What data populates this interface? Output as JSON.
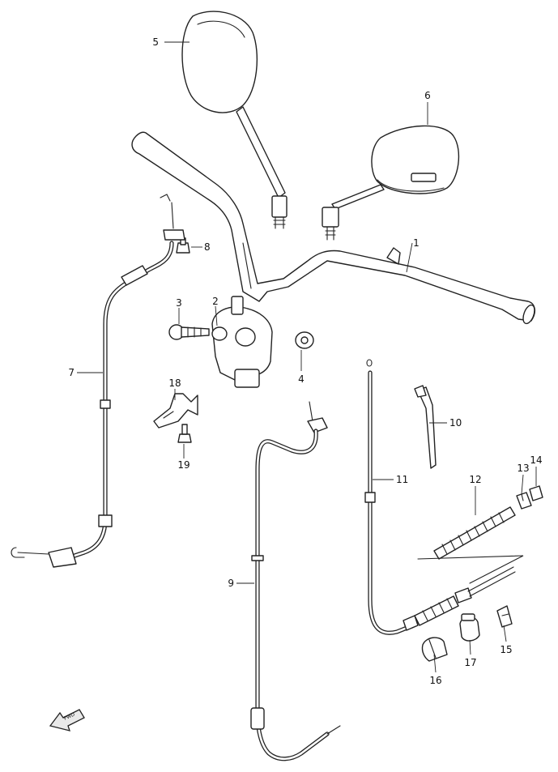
{
  "callouts": [
    {
      "id": "1",
      "label": "1"
    },
    {
      "id": "2",
      "label": "2"
    },
    {
      "id": "3",
      "label": "3"
    },
    {
      "id": "4",
      "label": "4"
    },
    {
      "id": "5",
      "label": "5"
    },
    {
      "id": "6",
      "label": "6"
    },
    {
      "id": "7",
      "label": "7"
    },
    {
      "id": "8",
      "label": "8"
    },
    {
      "id": "9",
      "label": "9"
    },
    {
      "id": "10",
      "label": "10"
    },
    {
      "id": "11",
      "label": "11"
    },
    {
      "id": "12",
      "label": "12"
    },
    {
      "id": "13",
      "label": "13"
    },
    {
      "id": "14",
      "label": "14"
    },
    {
      "id": "15",
      "label": "15"
    },
    {
      "id": "16",
      "label": "16"
    },
    {
      "id": "17",
      "label": "17"
    },
    {
      "id": "18",
      "label": "18"
    },
    {
      "id": "19",
      "label": "19"
    }
  ],
  "front_arrow_label": "FWD"
}
